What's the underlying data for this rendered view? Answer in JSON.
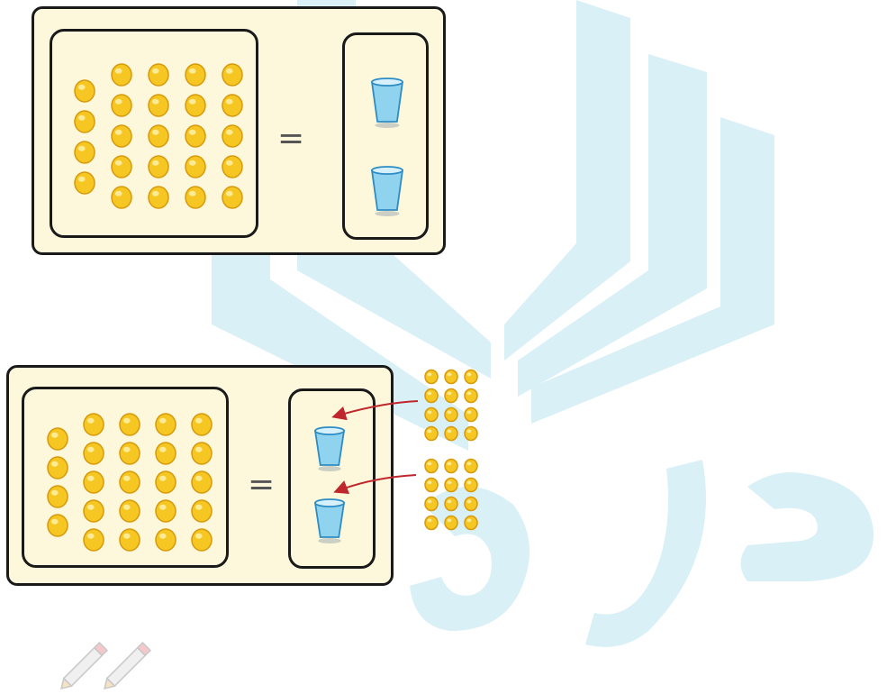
{
  "equation_sign": "=",
  "example_1": {
    "counter_columns": [
      4,
      5,
      5,
      5,
      5
    ],
    "cups": 2
  },
  "example_2": {
    "counter_columns": [
      4,
      5,
      5,
      5,
      5
    ],
    "cups": 2,
    "loose_counter_groups": [
      {
        "rows": 4,
        "cols": 3
      },
      {
        "rows": 4,
        "cols": 3
      }
    ],
    "arrows": 2
  },
  "colors": {
    "panel_fill": "#fdf8dc",
    "border": "#1a1a1a",
    "counter": "#f6c623",
    "counter_edge": "#d79a0b",
    "cup": "#8fd3ef",
    "cup_edge": "#2e8cc4",
    "arrow": "#c0272d",
    "watermark": "#d8f0f6"
  },
  "icons": [
    "counter-icon",
    "cup-icon",
    "arrow-icon",
    "pencil-icon"
  ]
}
